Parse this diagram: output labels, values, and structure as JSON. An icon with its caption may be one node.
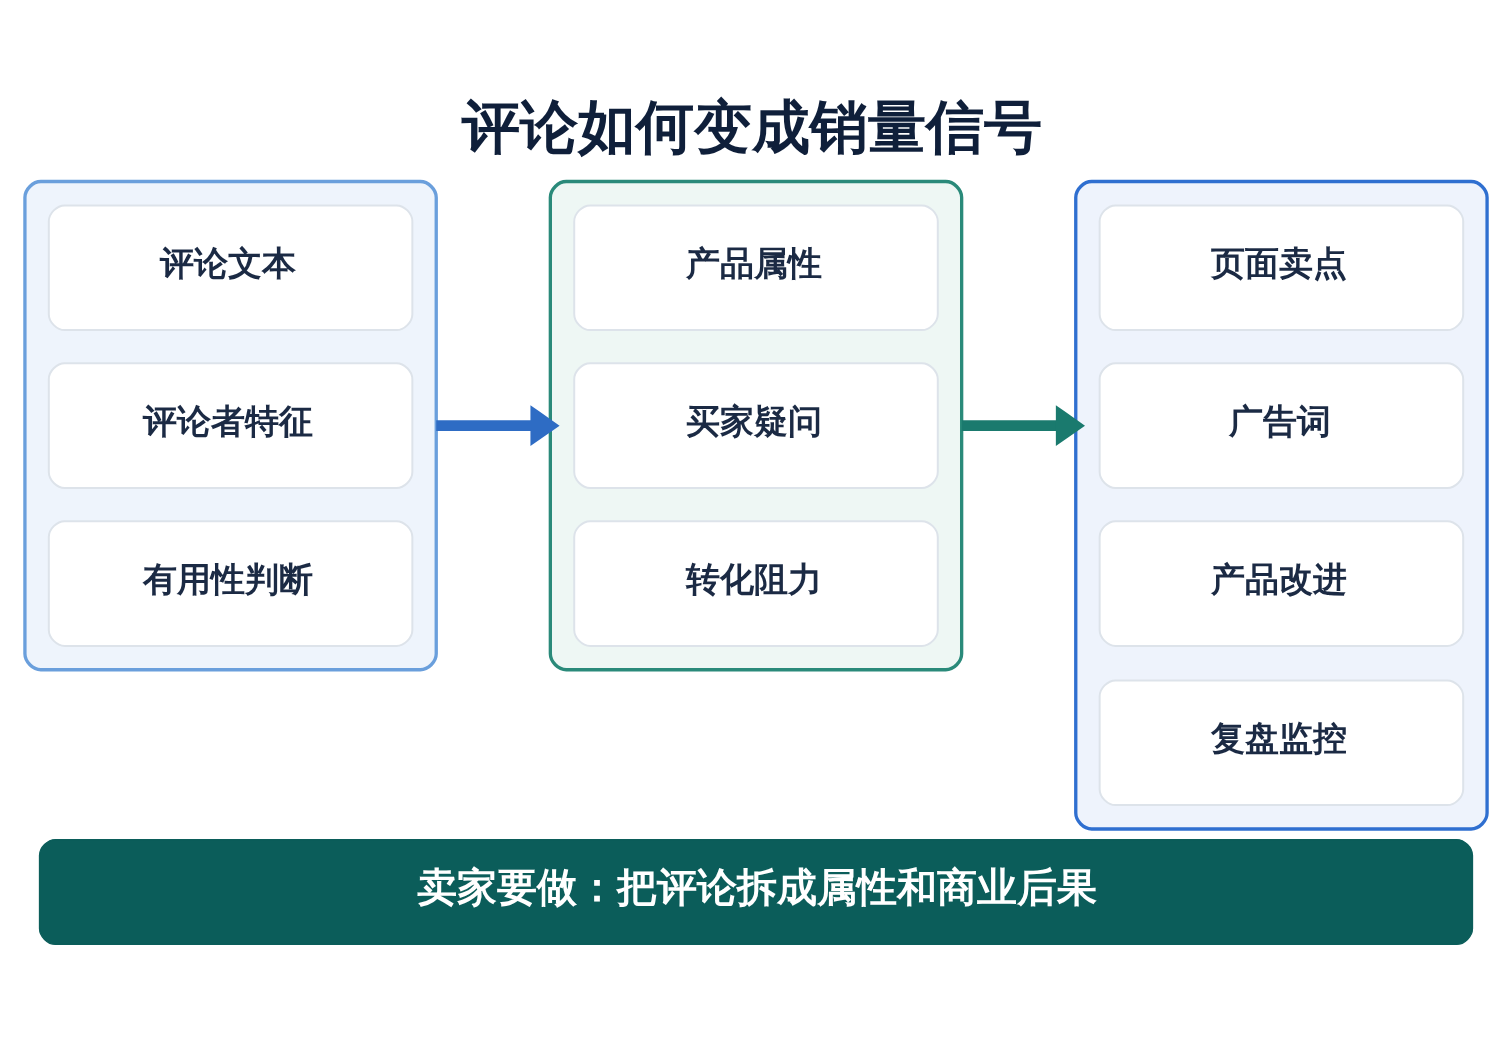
{
  "diagram": {
    "title": "评论如何变成销量信号",
    "nodes": [
      {
        "text": [],
        "shape": "box"
      },
      {
        "text": [
          "评论文本"
        ],
        "in": 0
      },
      {
        "text": [
          "评论者特征"
        ],
        "in": 0
      },
      {
        "text": [
          "有用性判断"
        ],
        "in": 0
      },
      {
        "text": [],
        "shape": "box"
      },
      {
        "text": [
          "产品属性"
        ],
        "in": 4
      },
      {
        "text": [
          "买家疑问"
        ],
        "in": 4
      },
      {
        "text": [
          "转化阻力"
        ],
        "in": 4
      },
      {
        "text": [],
        "shape": "box"
      },
      {
        "text": [
          "页面卖点"
        ],
        "in": 8
      },
      {
        "text": [
          "广告词"
        ],
        "in": 8
      },
      {
        "text": [
          "产品改进"
        ],
        "in": 8
      },
      {
        "text": [
          "复盘监控"
        ],
        "in": 8
      },
      {
        "text": [
          "卖家要做：把评论拆成属性和商业后果"
        ]
      }
    ],
    "edges": [
      {
        "from": 0,
        "to": 4,
        "arrow": "to",
        "color": "#2e6cc4"
      },
      {
        "from": 4,
        "to": 8,
        "arrow": "to",
        "color": "#1a7a6e"
      }
    ]
  }
}
